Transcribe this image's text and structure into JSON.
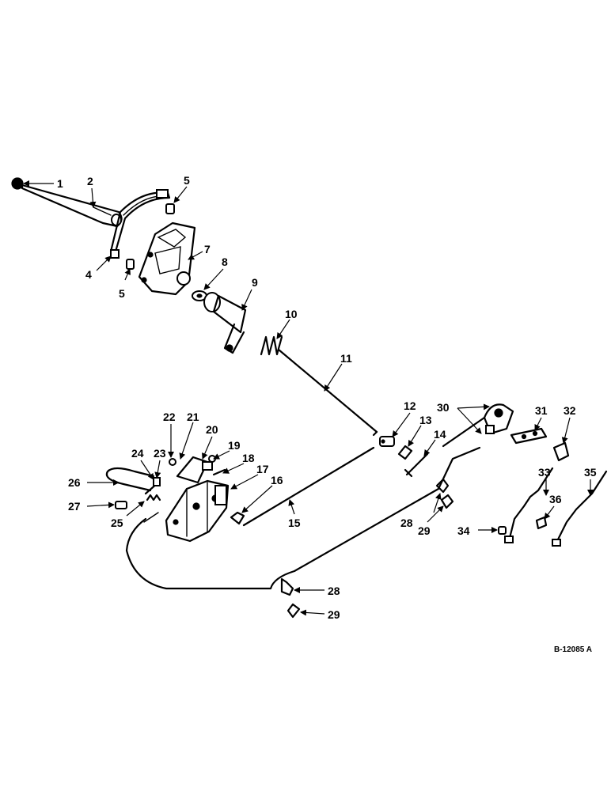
{
  "reference_code": "B-12085 A",
  "callouts": {
    "c1": "1",
    "c2": "2",
    "c4": "4",
    "c5a": "5",
    "c5b": "5",
    "c7": "7",
    "c8": "8",
    "c9": "9",
    "c10": "10",
    "c11": "11",
    "c12": "12",
    "c13": "13",
    "c14": "14",
    "c15": "15",
    "c16": "16",
    "c17": "17",
    "c18": "18",
    "c19": "19",
    "c20": "20",
    "c21": "21",
    "c22": "22",
    "c23": "23",
    "c24": "24",
    "c25": "25",
    "c26": "26",
    "c27": "27",
    "c28a": "28",
    "c28b": "28",
    "c29a": "29",
    "c29b": "29",
    "c30": "30",
    "c31": "31",
    "c32": "32",
    "c33": "33",
    "c34": "34",
    "c35": "35",
    "c36": "36"
  }
}
